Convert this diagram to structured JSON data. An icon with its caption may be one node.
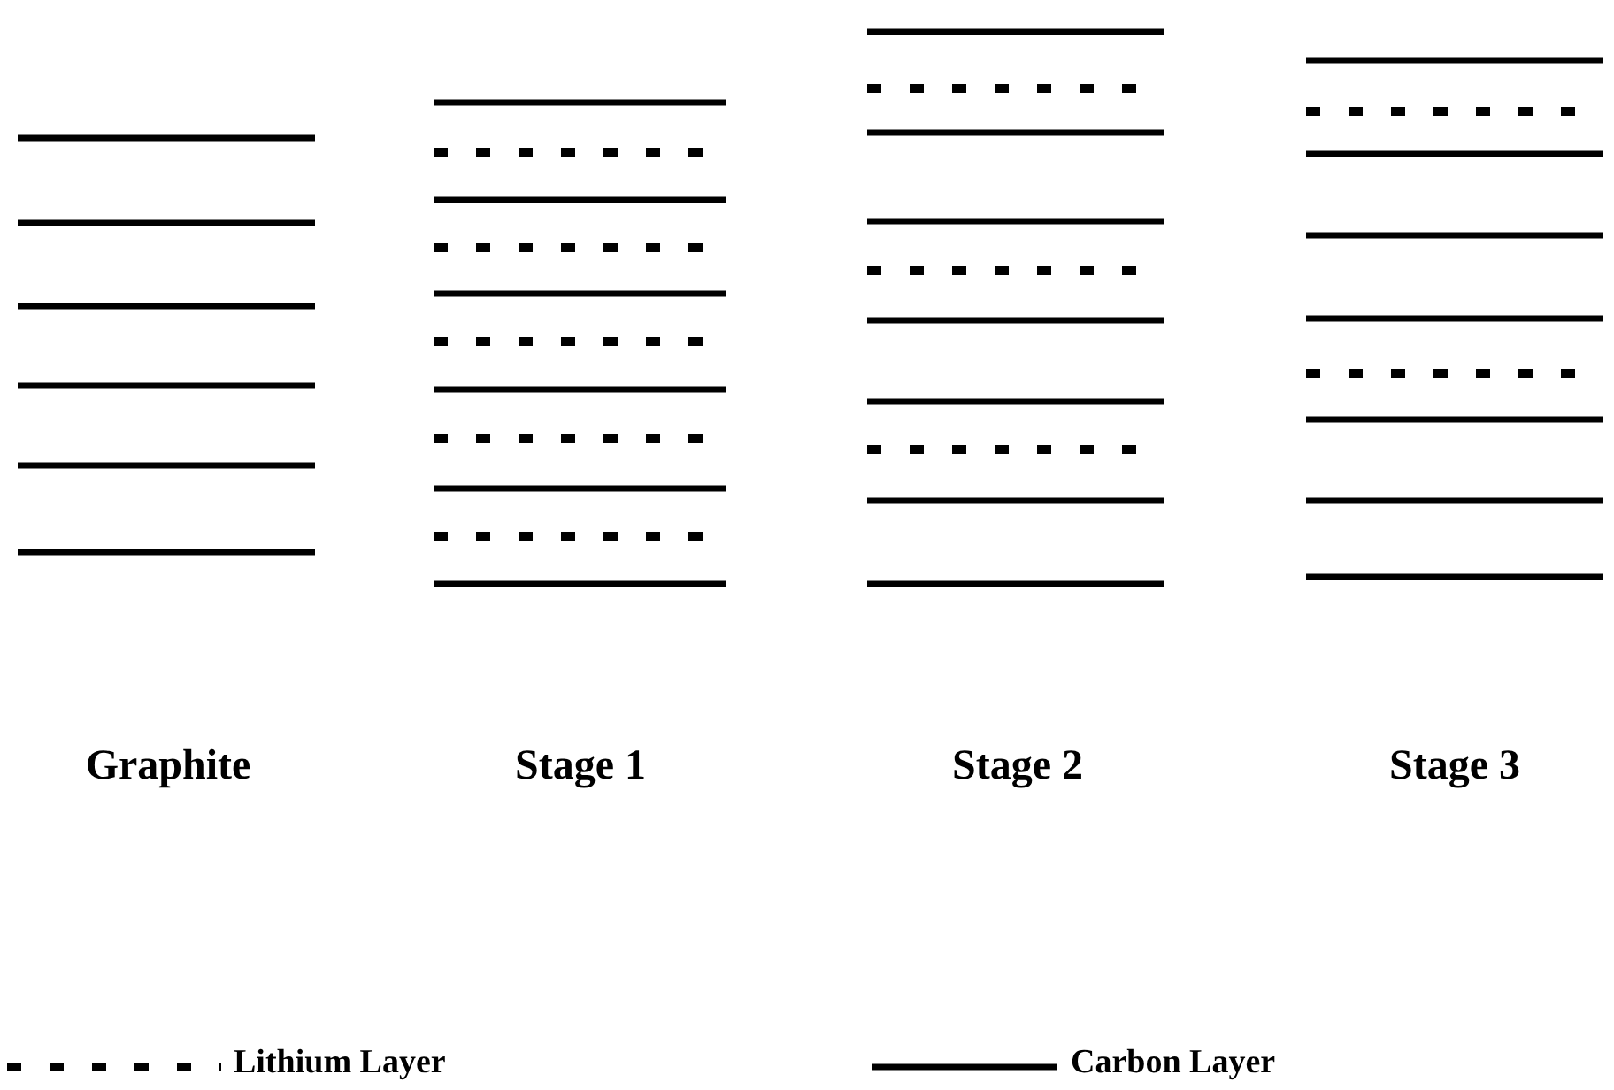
{
  "diagram": {
    "labels": [
      "Graphite",
      "Stage 1",
      "Stage 2",
      "Stage 3"
    ],
    "legend": [
      {
        "text": "Lithium Layer"
      },
      {
        "text": "Carbon Layer"
      }
    ]
  }
}
